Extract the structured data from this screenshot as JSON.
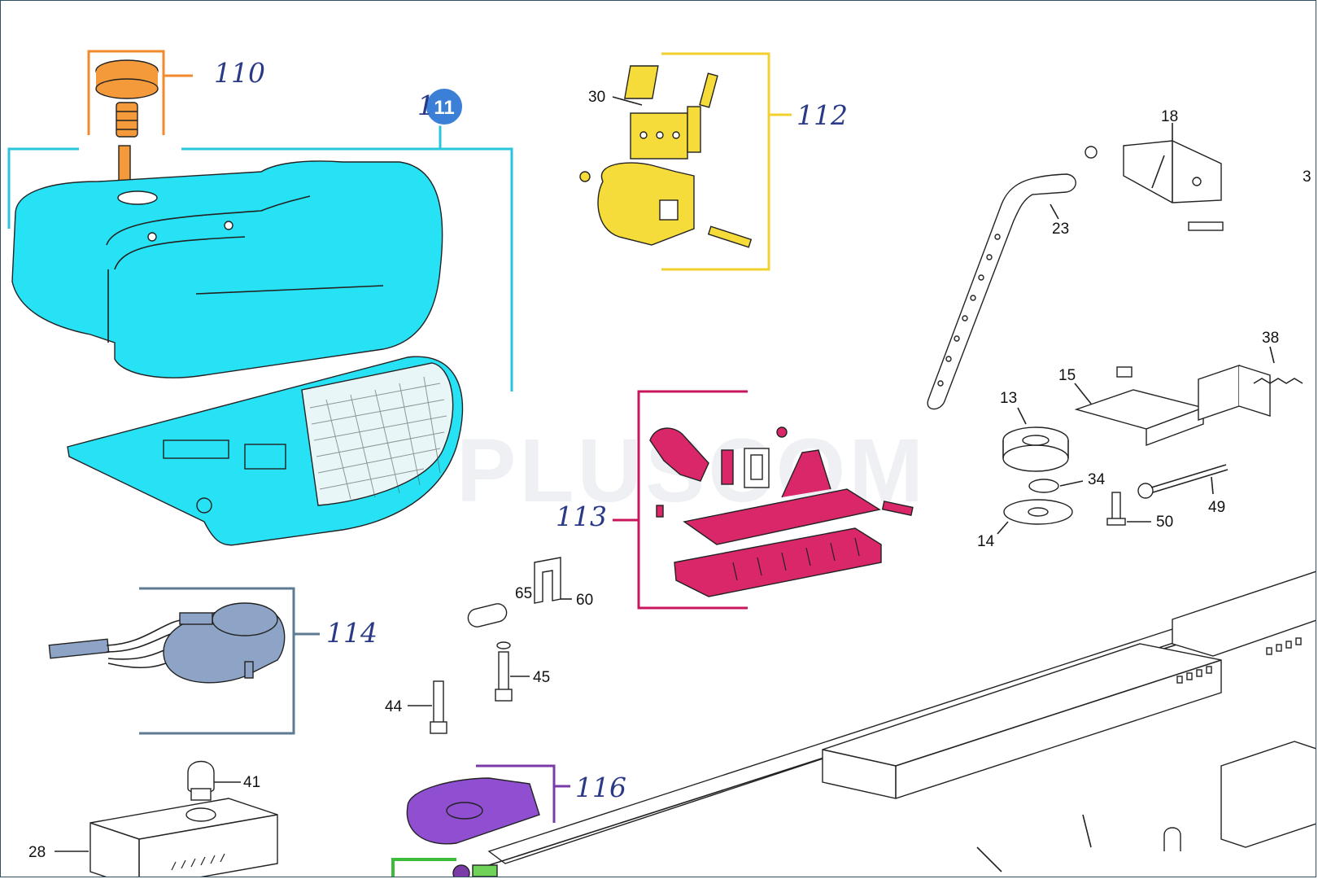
{
  "watermark": "PLUSCOM",
  "badge": {
    "text": "11",
    "color": "#3b7fd6"
  },
  "groups": [
    {
      "id": "110",
      "label": "110",
      "color": "#f08a2c"
    },
    {
      "id": "111",
      "label": "1",
      "color": "#27c6dc"
    },
    {
      "id": "112",
      "label": "112",
      "color": "#f2d12e"
    },
    {
      "id": "113",
      "label": "113",
      "color": "#c8175c"
    },
    {
      "id": "114",
      "label": "114",
      "color": "#5f7a94"
    },
    {
      "id": "116",
      "label": "116",
      "color": "#7a3ba8"
    }
  ],
  "parts": [
    "30",
    "18",
    "23",
    "38",
    "15",
    "13",
    "34",
    "49",
    "50",
    "14",
    "65",
    "60",
    "45",
    "44",
    "41",
    "28",
    "3"
  ],
  "colors": {
    "cover": "#27e2f4",
    "cap": "#f59a3a",
    "limit_switch": "#f5dc3a",
    "carriage": "#d9276a",
    "motor": "#8da4c6",
    "board": "#8f4fd0",
    "green_line": "#3dbb3a"
  }
}
